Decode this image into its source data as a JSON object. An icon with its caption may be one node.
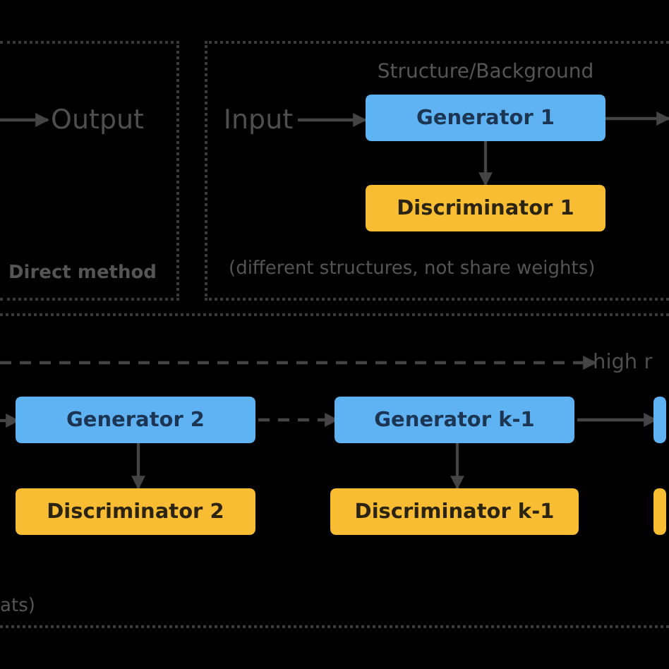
{
  "diagram": {
    "nodes": [
      {
        "text": [
          "Direct method"
        ]
      },
      {
        "text": [
          "Output"
        ],
        "in": 0
      },
      {
        "text": [
          "(different structures, not share weights)"
        ]
      },
      {
        "text": [
          "Input"
        ],
        "in": 2
      },
      {
        "text": [
          "Generator 1"
        ],
        "in": 2,
        "beside": [
          "Structure/Background"
        ]
      },
      {
        "text": [
          "Discriminator 1"
        ],
        "in": 2
      },
      {
        "text": [
          "ats)"
        ]
      },
      {
        "text": [
          "high r"
        ],
        "in": 6
      },
      {
        "text": [
          "Generator 2"
        ],
        "in": 6
      },
      {
        "text": [
          "Discriminator 2"
        ],
        "in": 6
      },
      {
        "text": [
          "Generator k-1"
        ],
        "in": 6
      },
      {
        "text": [
          "Discriminator k-1"
        ],
        "in": 6
      },
      {
        "text": [],
        "shape": "box",
        "in": 6
      },
      {
        "text": [],
        "shape": "box",
        "in": 6
      }
    ],
    "edges": [
      {
        "from": null,
        "to": 1,
        "arrow": "to"
      },
      {
        "from": 3,
        "to": 4,
        "arrow": "to"
      },
      {
        "from": 4,
        "to": 5,
        "arrow": "to"
      },
      {
        "from": 4,
        "to": null,
        "arrow": "to"
      },
      {
        "from": null,
        "to": 7,
        "arrow": "to",
        "style": "dashed"
      },
      {
        "from": null,
        "to": 8,
        "arrow": "to"
      },
      {
        "from": 8,
        "to": 9,
        "arrow": "to"
      },
      {
        "from": 8,
        "to": 10,
        "arrow": "to",
        "style": "dashed"
      },
      {
        "from": 10,
        "to": 11,
        "arrow": "to"
      },
      {
        "from": 10,
        "to": 12,
        "arrow": "to"
      }
    ]
  }
}
